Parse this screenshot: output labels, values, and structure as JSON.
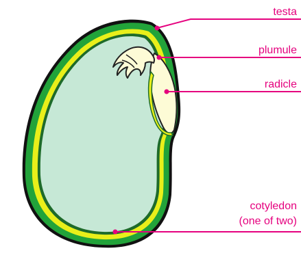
{
  "diagram": {
    "colors": {
      "background": "#ffffff",
      "testa_outer": "#111111",
      "testa_green": "#22a33a",
      "testa_yellow": "#e9ef1a",
      "cotyledon_fill": "#c6e8d6",
      "embryo_fill": "#fdfbd6",
      "embryo_stroke": "#222222",
      "label_color": "#e5007e",
      "leader_color": "#e5007e"
    },
    "labels": {
      "testa": "testa",
      "plumule": "plumule",
      "radicle": "radicle",
      "cotyledon_line1": "cotyledon",
      "cotyledon_line2": "(one of two)"
    }
  }
}
